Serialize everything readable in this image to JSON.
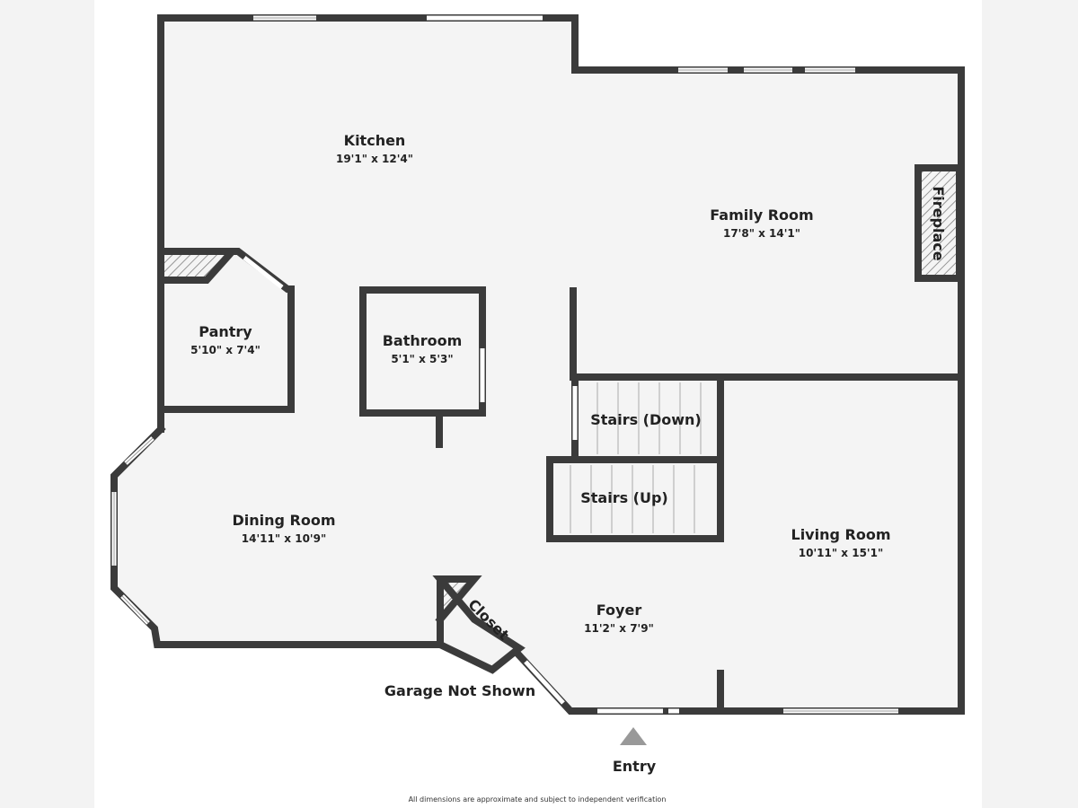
{
  "rooms": {
    "kitchen": {
      "name": "Kitchen",
      "size": "19'1\" x 12'4\""
    },
    "family_room": {
      "name": "Family Room",
      "size": "17'8\" x 14'1\""
    },
    "fireplace": {
      "name": "Fireplace"
    },
    "pantry": {
      "name": "Pantry",
      "size": "5'10\" x 7'4\""
    },
    "bathroom": {
      "name": "Bathroom",
      "size": "5'1\" x 5'3\""
    },
    "stairs_down": {
      "name": "Stairs (Down)"
    },
    "stairs_up": {
      "name": "Stairs (Up)"
    },
    "dining_room": {
      "name": "Dining Room",
      "size": "14'11\" x 10'9\""
    },
    "living_room": {
      "name": "Living Room",
      "size": "10'11\" x 15'1\""
    },
    "foyer": {
      "name": "Foyer",
      "size": "11'2\" x 7'9\""
    },
    "closet": {
      "name": "Closet"
    }
  },
  "labels": {
    "garage": "Garage Not Shown",
    "entry": "Entry",
    "disclaimer": "All dimensions are approximate and subject to independent verification"
  },
  "colors": {
    "wall": "#3b3b3b",
    "floor": "#f4f4f4"
  }
}
